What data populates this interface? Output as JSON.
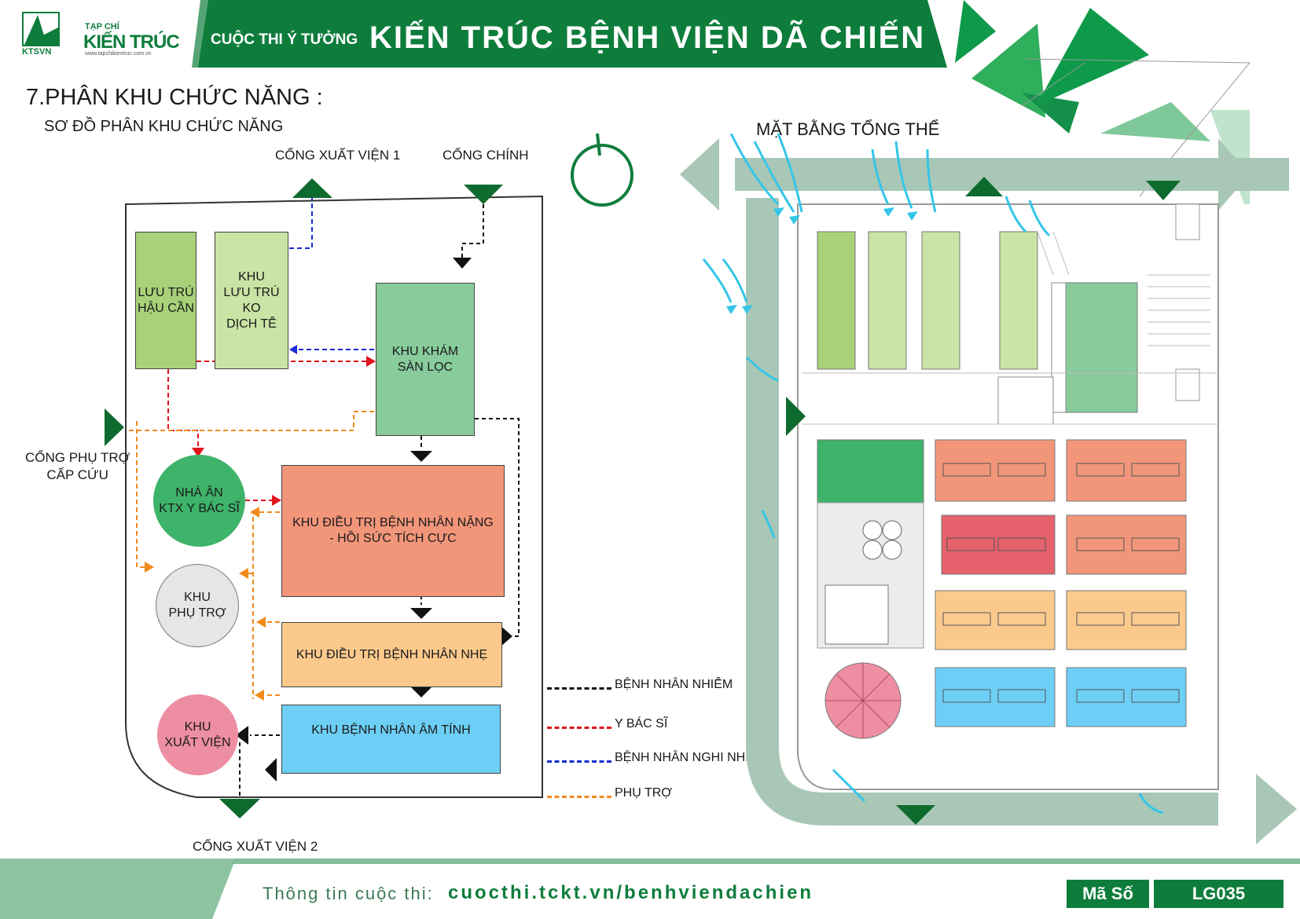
{
  "header": {
    "org_logo_text": "KTSVN",
    "magazine_small": "TẠP CHÍ",
    "magazine_big": "KIẾN TRÚC",
    "magazine_url": "www.tapchikientruc.com.vn",
    "contest_label": "CUỘC THI Ý TƯỞNG",
    "title": "KIẾN TRÚC BỆNH VIỆN DÃ CHIẾN"
  },
  "section": {
    "heading": "7.PHÂN KHU CHỨC NĂNG :",
    "subheading": "SƠ ĐỒ PHÂN KHU CHỨC NĂNG"
  },
  "diagram": {
    "gates": {
      "exit1": "CỔNG XUẤT VIỆN 1",
      "main": "CỔNG CHÍNH",
      "aux_emergency": "CỔNG PHỤ TRỢ\nCẤP CỨU",
      "exit2": "CỔNG XUẤT VIỆN 2"
    },
    "zones": {
      "logistics_stay": "LƯU TRÚ\nHẬU CẦN",
      "epidemic_stay": "KHU\nLƯU TRÚ\nKO\nDỊCH TỄ",
      "screening": "KHU KHÁM\nSÀN LỌC",
      "canteen": "NHÀ ĂN\nKTX Y BÁC SĨ",
      "critical": "KHU ĐIỀU TRỊ BỆNH NHÂN NẶNG\n- HỒI SỨC TÍCH CỰC",
      "auxiliary": "KHU\nPHỤ TRỢ",
      "mild": "KHU ĐIỀU TRỊ BỆNH NHÂN NHẸ",
      "discharge": "KHU\nXUẤT VIỆN",
      "negative": "KHU BỆNH NHÂN ÂM TÍNH"
    },
    "colors": {
      "logistics_stay": "#a8d17a",
      "epidemic_stay": "#c9e4a4",
      "screening": "#88cc9c",
      "canteen": "#3eb36a",
      "critical": "#f2967a",
      "auxiliary": "#e6e6e6",
      "mild": "#fcc98d",
      "discharge": "#ee8ea2",
      "negative": "#6dcff6",
      "brand_green": "#0a7a3a"
    }
  },
  "legend": [
    {
      "label": "BỆNH NHÂN NHIỄM",
      "color": "#111111"
    },
    {
      "label": "Y BÁC SĨ",
      "color": "#e0141e"
    },
    {
      "label": "BỆNH NHÂN NGHI NHIỄM",
      "color": "#1a2bd6"
    },
    {
      "label": "PHỤ TRỢ",
      "color": "#f08a1c"
    }
  ],
  "site_plan": {
    "title": "MẶT BẰNG TỔNG THỂ"
  },
  "footer": {
    "info_label": "Thông tin cuộc thi:",
    "info_url": "cuocthi.tckt.vn/benhviendachien",
    "code_label": "Mã Số",
    "code_value": "LG035"
  }
}
